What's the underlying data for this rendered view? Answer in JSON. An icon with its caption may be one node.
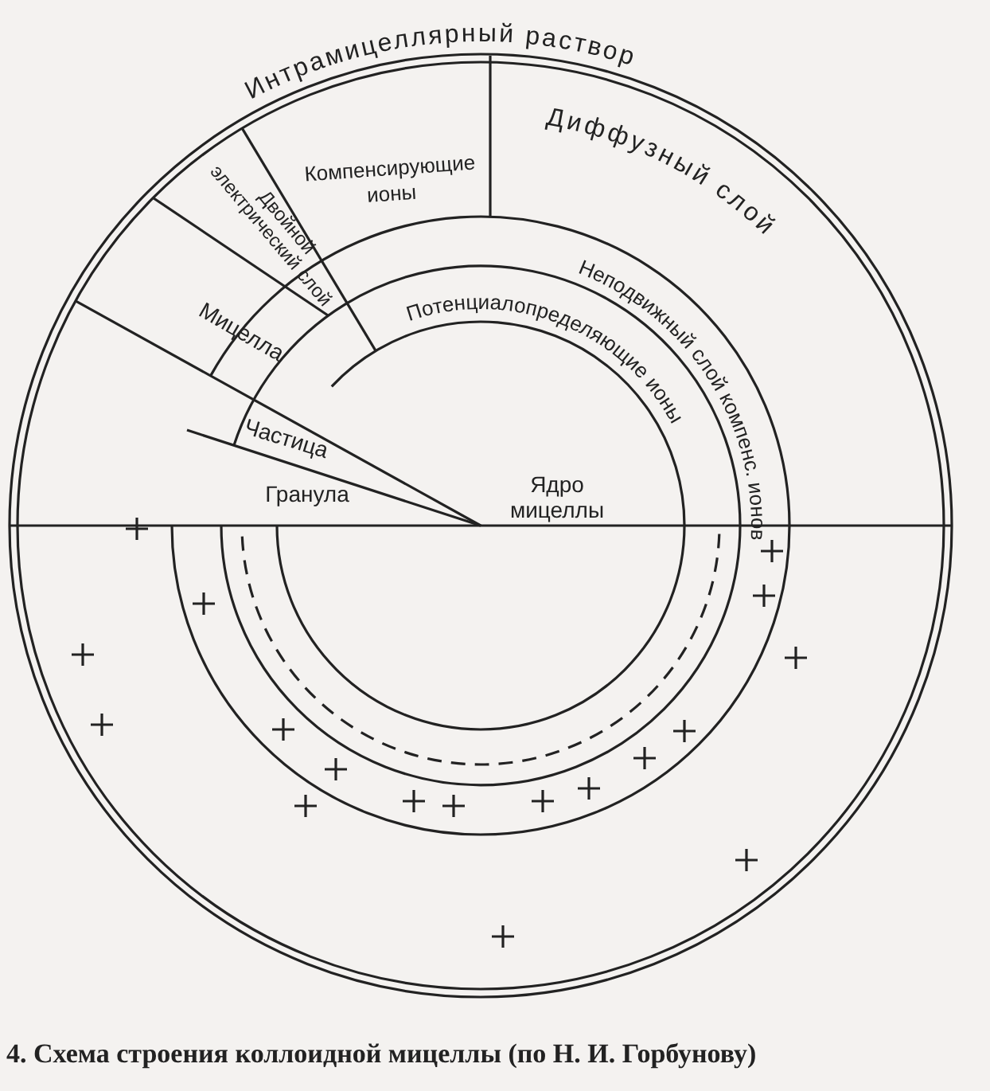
{
  "diagram": {
    "caption": "4. Схема строения коллоидной мицеллы (по Н. И. Горбунову)",
    "labels": [
      "Интрамицеллярный раствор",
      "Компенсирующие ионы",
      "Двойной электрический слой",
      "Диффузный слой",
      "Неподвижный слой компенс. ионов",
      "Мицелла",
      "Потенциалопределяющие ионы",
      "Частица",
      "Гранула",
      "Ядро мицеллы"
    ]
  }
}
